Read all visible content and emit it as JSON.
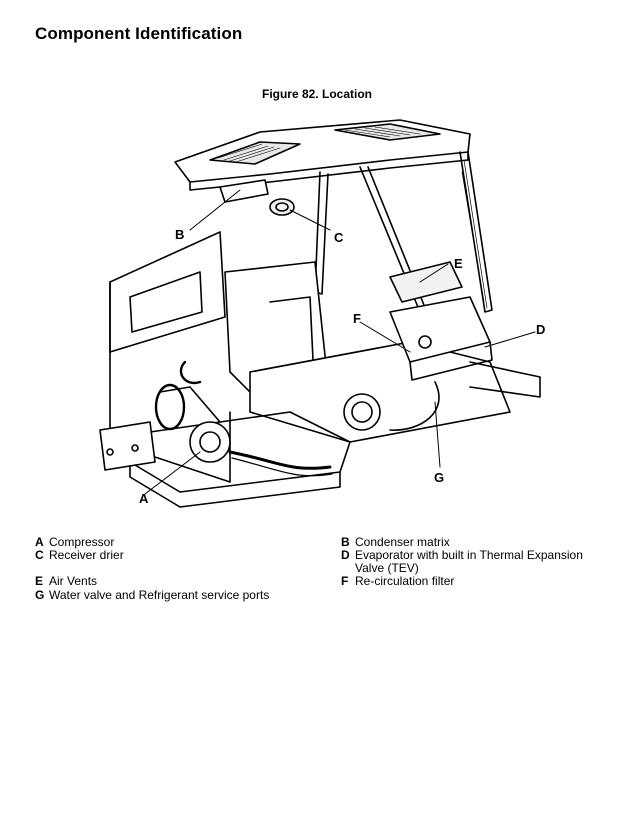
{
  "page": {
    "title": "Component Identification",
    "figure_caption": "Figure 82. Location"
  },
  "callouts": {
    "A": "A",
    "B": "B",
    "C": "C",
    "D": "D",
    "E": "E",
    "F": "F",
    "G": "G"
  },
  "legend": [
    {
      "key": "A",
      "text": "Compressor"
    },
    {
      "key": "B",
      "text": "Condenser matrix"
    },
    {
      "key": "C",
      "text": "Receiver drier"
    },
    {
      "key": "D",
      "text": "Evaporator with built in Thermal Expansion Valve (TEV)"
    },
    {
      "key": "E",
      "text": "Air Vents"
    },
    {
      "key": "F",
      "text": "Re-circulation filter"
    },
    {
      "key": "G",
      "text": "Water valve and Refrigerant service ports"
    }
  ]
}
